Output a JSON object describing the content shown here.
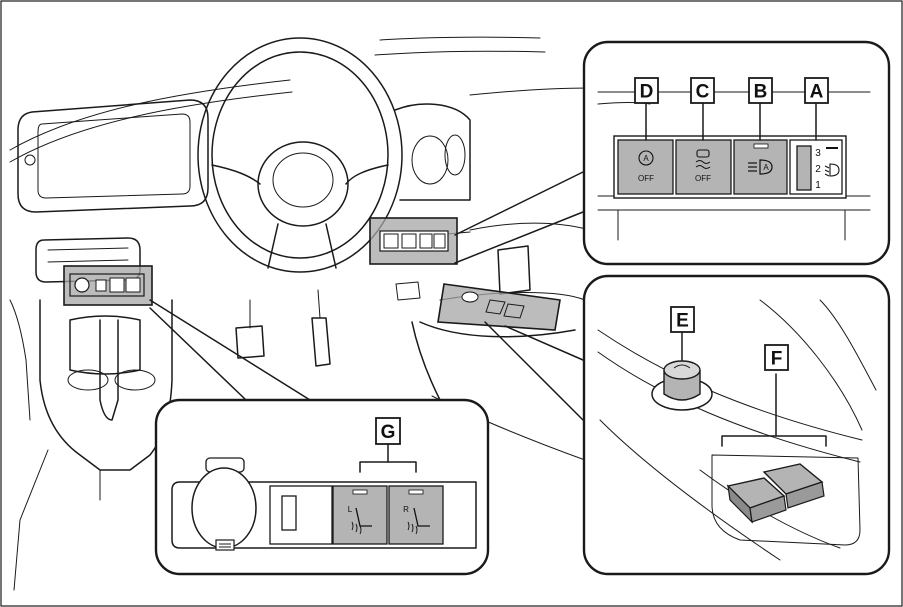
{
  "labels": {
    "A": "A",
    "B": "B",
    "C": "C",
    "D": "D",
    "E": "E",
    "F": "F",
    "G": "G"
  },
  "switch_text": {
    "d_off": "OFF",
    "c_off": "OFF",
    "dial_3": "3",
    "dial_2": "2",
    "dial_1": "1",
    "seat_left": "L",
    "seat_right": "R"
  },
  "colors": {
    "stroke": "#1a1a1a",
    "switch_fill": "#b4b4b4",
    "highlight_fill": "#a6a6a6",
    "panel_fill": "#ffffff"
  },
  "icons": {
    "d": "vehicle-stop-start-off-icon",
    "c": "vsc-off-icon",
    "b": "automatic-high-beam-icon",
    "a": "headlight-leveling-dial-icon",
    "e": "mirror-adjust-knob-icon",
    "f": "mirror-selector-switch-icon",
    "g": "seat-heater-icon"
  }
}
